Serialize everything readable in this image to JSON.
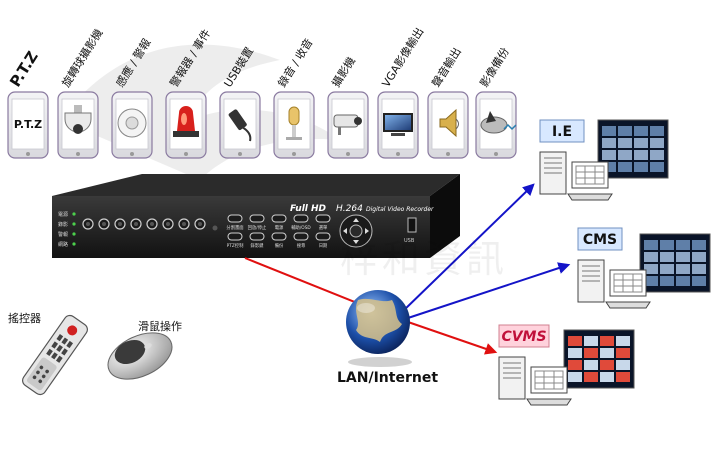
{
  "devices": [
    {
      "label": "P.T.Z",
      "screen_text": "P.T.Z",
      "icon": "ptz-text"
    },
    {
      "label": "旋轉球攝影機",
      "icon": "speed-dome-camera-icon"
    },
    {
      "label": "感應 / 警報",
      "icon": "motion-sensor-icon"
    },
    {
      "label": "警報器 / 事件",
      "icon": "alarm-siren-icon"
    },
    {
      "label": "USB裝置",
      "icon": "usb-drive-icon"
    },
    {
      "label": "錄音 / 收音",
      "icon": "microphone-icon"
    },
    {
      "label": "攝影機",
      "icon": "cctv-camera-icon"
    },
    {
      "label": "VGA影像輸出",
      "icon": "monitor-icon"
    },
    {
      "label": "聲音輸出",
      "icon": "speaker-icon"
    },
    {
      "label": "影像備份",
      "icon": "backup-disc-icon"
    }
  ],
  "dvr": {
    "badge_fullhd": "Full HD",
    "badge_codec": "H.264",
    "badge_title": "Digital Video Recorder",
    "left_labels": [
      "電源",
      "錄影",
      "警報",
      "網路"
    ],
    "button_labels": [
      "分割畫面",
      "回放/停止",
      "電源",
      "輔助/OSD",
      "選單",
      "PTZ控制",
      "錄影鍵",
      "備份",
      "搜尋",
      "日期"
    ],
    "usb_label": "USB"
  },
  "remote_label": "搖控器",
  "mouse_label": "滑鼠操作",
  "network_label": "LAN/Internet",
  "clients": [
    {
      "label": "I.E",
      "arrow_color": "#1414c8"
    },
    {
      "label": "CMS",
      "arrow_color": "#1414c8"
    },
    {
      "label": "CVMS",
      "arrow_color": "#e01010"
    }
  ],
  "watermark": "梓和資訊"
}
